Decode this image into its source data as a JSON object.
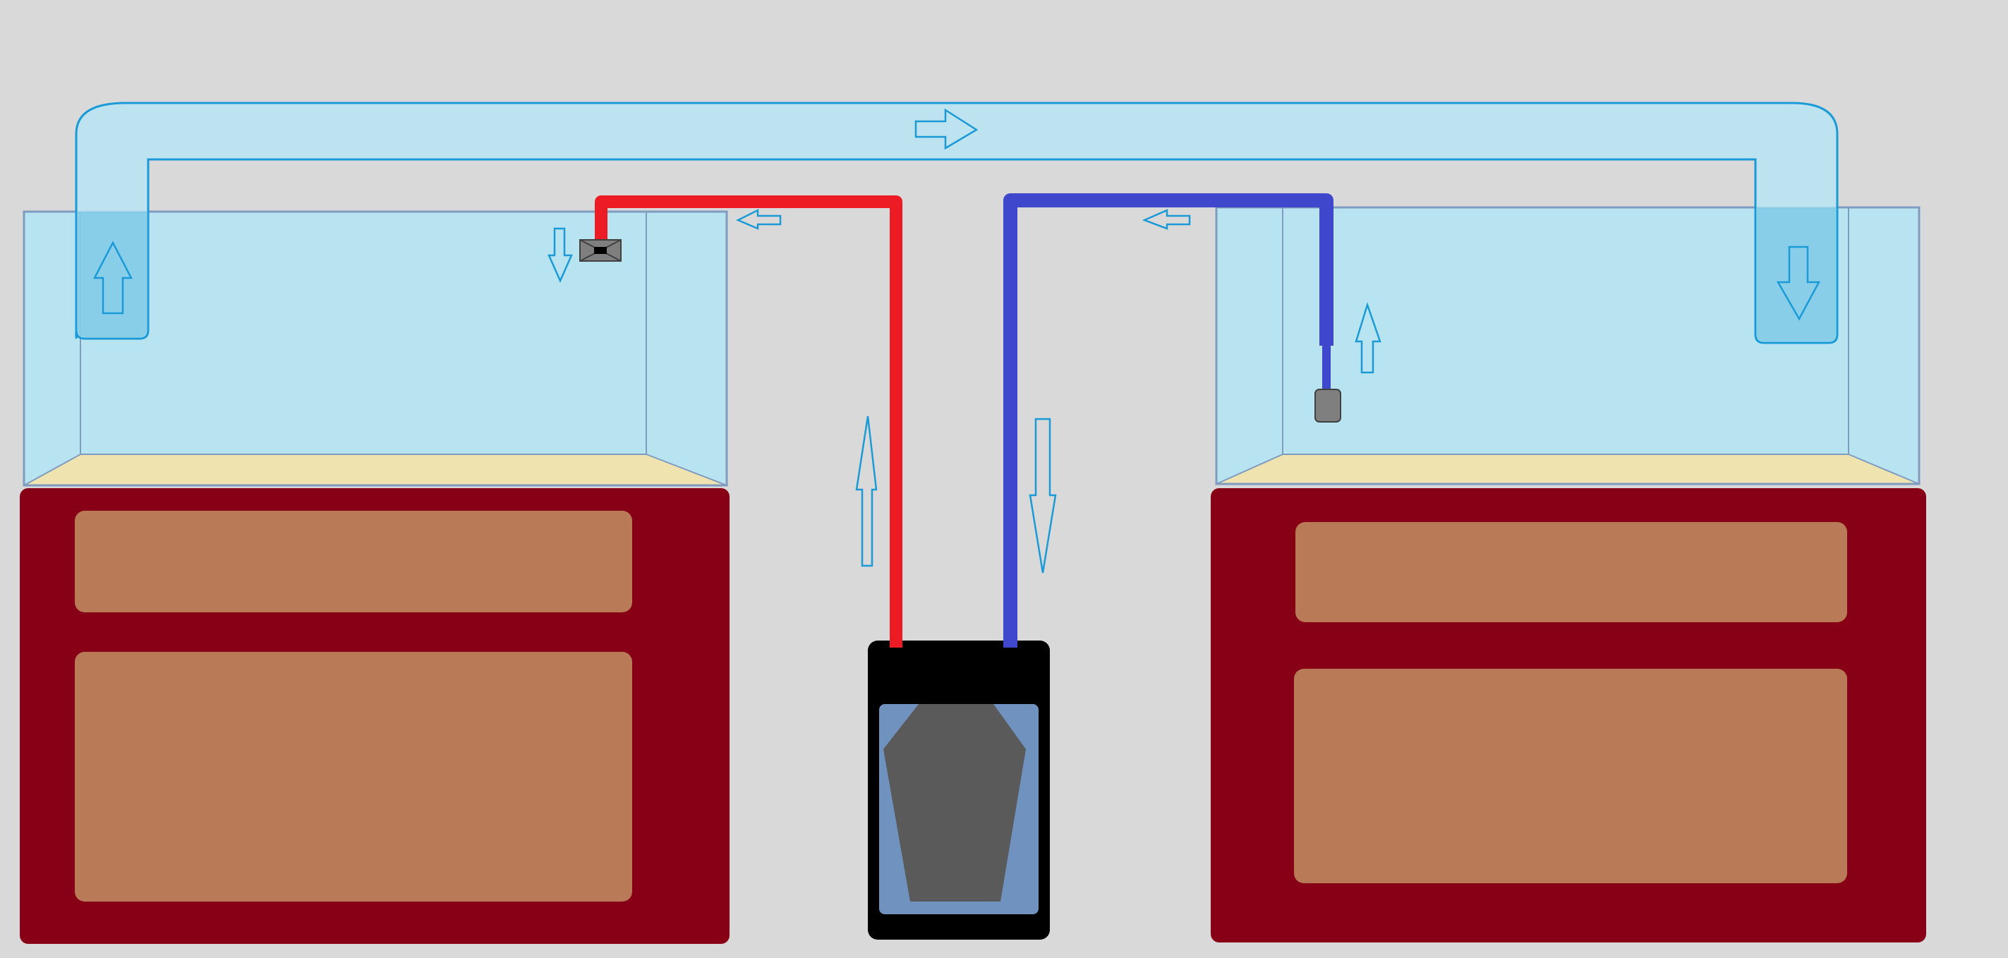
{
  "diagram": {
    "description_labels": [],
    "colors": {
      "background": "#d9d9d9",
      "water": "#b8e3f1",
      "water_outline": "#1a9ad6",
      "tank_outline": "#7f9cc0",
      "substrate": "#efe4b0",
      "cabinet": "#880015",
      "cabinet_panel": "#b97a57",
      "return_line": "#ed1c24",
      "intake_line": "#3f48cc",
      "filter_body": "#000000",
      "filter_window": "#7092be",
      "filter_media": "#5a5a5a",
      "flow_arrow": "#1a9ad6",
      "heater": "#7f7f7f",
      "strainer": "#7f7f7f"
    },
    "components": [
      "left-tank",
      "right-tank",
      "left-cabinet",
      "right-cabinet",
      "overflow-siphon-tube",
      "canister-filter",
      "return-hose",
      "intake-hose",
      "spray-outlet",
      "intake-strainer"
    ]
  }
}
